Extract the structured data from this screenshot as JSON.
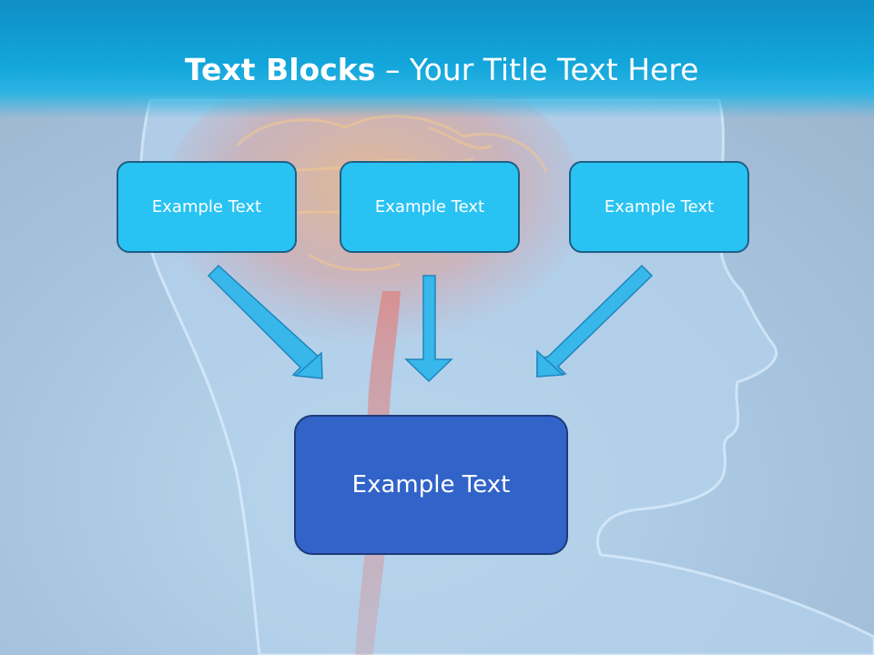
{
  "title": {
    "bold": "Text Blocks",
    "separator": " – ",
    "regular": "Your Title Text Here"
  },
  "top_boxes": [
    {
      "label": "Example Text"
    },
    {
      "label": "Example Text"
    },
    {
      "label": "Example Text"
    }
  ],
  "main_box": {
    "label": "Example Text"
  },
  "colors": {
    "title_bar": "#13a6db",
    "top_box_fill": "#29c3f3",
    "main_box_fill": "#3163c9",
    "arrow_fill": "#37b7ea"
  }
}
